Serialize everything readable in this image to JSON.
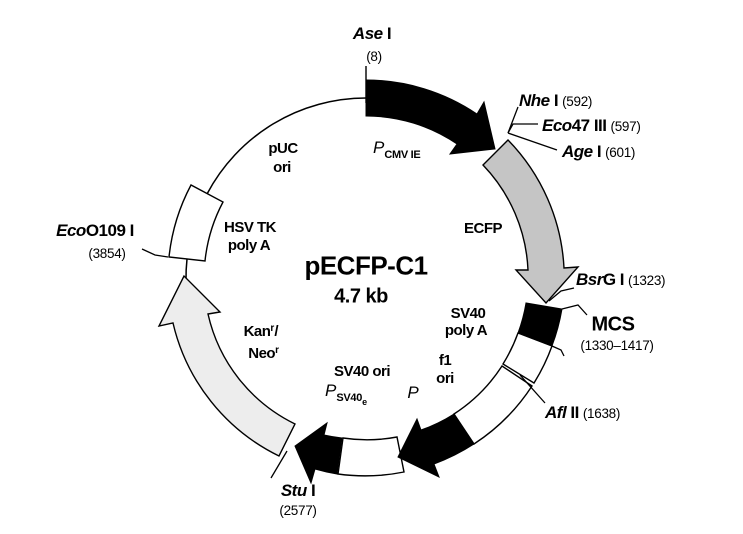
{
  "title": {
    "name": "pECFP-C1",
    "size": "4.7 kb"
  },
  "sites": {
    "ase": {
      "it": "Ase",
      "rest": " I",
      "pos": "(8)"
    },
    "nhe": {
      "it": "Nhe",
      "rest": " I",
      "pos": "(592)"
    },
    "eco47": {
      "it": "Eco",
      "rest": "47 III",
      "pos": "(597)"
    },
    "age": {
      "it": "Age",
      "rest": " I",
      "pos": "(601)"
    },
    "bsrg": {
      "it": "Bsr",
      "rest": "G I",
      "pos": "(1323)"
    },
    "mcs": {
      "label": "MCS",
      "range": "(1330–1417)"
    },
    "afl": {
      "it": "Afl",
      "rest": " II",
      "pos": "(1638)"
    },
    "stu": {
      "it": "Stu",
      "rest": " I",
      "pos": "(2577)"
    },
    "eco0109": {
      "it": "Eco",
      "rest": "O109 I",
      "pos": "(3854)"
    }
  },
  "features": {
    "pcmv": {
      "p": "P",
      "sub": "CMV IE"
    },
    "ecfp": "ECFP",
    "sv40_polya": {
      "l1": "SV40",
      "l2": "poly A"
    },
    "f1_ori": {
      "l1": "f1",
      "l2": "ori"
    },
    "p": "P",
    "sv40_ori": "SV40 ori",
    "psv40e": {
      "p": "P",
      "sub": "SV40",
      "sub2": "e"
    },
    "kan_neo": {
      "kan": "Kan",
      "kan_sup": "r",
      "slash": "/",
      "neo": "Neo",
      "neo_sup": "r"
    },
    "hsvtk_polya": {
      "l1": "HSV TK",
      "l2": "poly A"
    },
    "puc_ori": {
      "l1": "pUC",
      "l2": "ori"
    }
  },
  "colors": {
    "outline": "#000000",
    "ecfp_fill": "#c5c5c5",
    "kanneo_fill": "#ededed",
    "segment_fill": "#ffffff",
    "black_fill": "#000000"
  }
}
